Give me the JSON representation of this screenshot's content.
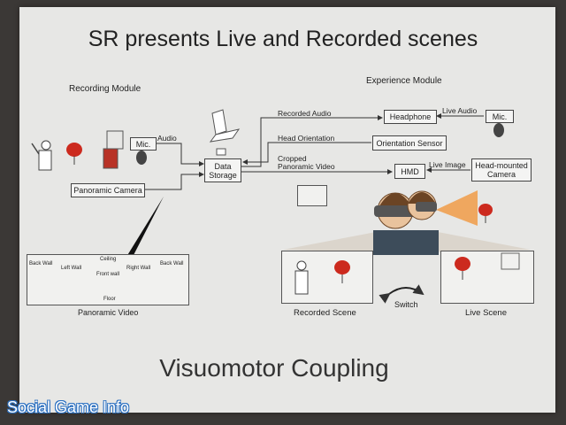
{
  "slide": {
    "title": "SR presents Live and Recorded scenes",
    "recording_module": "Recording Module",
    "experience_module": "Experience Module",
    "footer": "Visuomotor Coupling"
  },
  "boxes": {
    "mic_left": "Mic.",
    "panoramic_camera": "Panoramic Camera",
    "data_storage": "Data Storage",
    "headphone": "Headphone",
    "mic_right": "Mic.",
    "orientation_sensor": "Orientation Sensor",
    "hmd": "HMD",
    "head_mounted_camera": "Head-mounted Camera"
  },
  "arrows": {
    "audio": "Audio",
    "recorded_audio": "Recorded Audio",
    "live_audio": "Live Audio",
    "head_orientation": "Head Orientation",
    "cropped_video": "Cropped Panoramic Video",
    "live_image": "Live Image",
    "switch": "Switch"
  },
  "panorama": {
    "ceiling": "Ceiling",
    "floor": "Floor",
    "back_wall_left": "Back Wall",
    "left_wall": "Left Wall",
    "front_wall": "Front wall",
    "right_wall": "Right Wall",
    "back_wall_right": "Back Wall",
    "caption": "Panoramic Video"
  },
  "scenes": {
    "recorded": "Recorded Scene",
    "live": "Live Scene"
  },
  "watermark": "Social Game Info",
  "colors": {
    "slide_bg": "#e7e7e5",
    "projector_bg": "#3b3836",
    "chair_red": "#cc2a1e",
    "watermark_outline": "#2a6fc0",
    "camera_cone": "#f0a050"
  }
}
